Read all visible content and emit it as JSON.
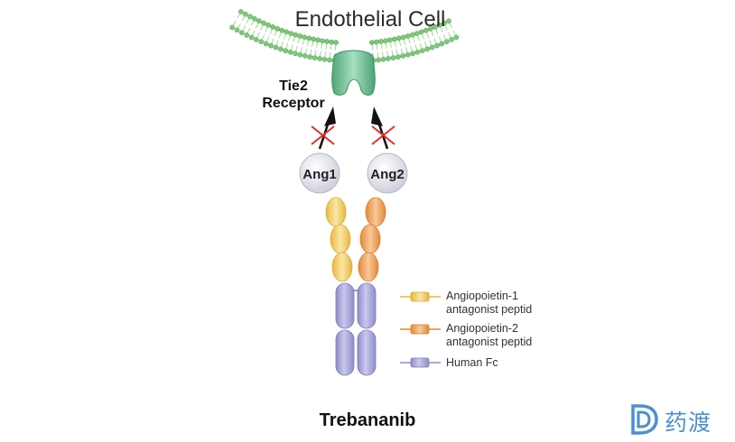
{
  "diagram": {
    "title": "Endothelial Cell",
    "receptor_label_line1": "Tie2",
    "receptor_label_line2": "Receptor",
    "ligand_left": "Ang1",
    "ligand_right": "Ang2",
    "legend": [
      {
        "line1": "Angiopoietin-1",
        "line2": "antagonist peptid",
        "color": "#f4d37a"
      },
      {
        "line1": "Angiopoietin-2",
        "line2": "antagonist peptid",
        "color": "#f2a866"
      },
      {
        "line1": "Human Fc",
        "line2": "",
        "color": "#a7a6d8"
      }
    ],
    "caption": "Trebananib",
    "colors": {
      "membrane": "#7ec97a",
      "receptor": "#6fbf8f",
      "block_cross": "#e0302a",
      "arrow": "#111111",
      "ligand": "#e6e6ee"
    }
  },
  "watermark": {
    "text": "药渡",
    "logo_icon": "d-logo-icon",
    "color": "#4a8fd1"
  }
}
